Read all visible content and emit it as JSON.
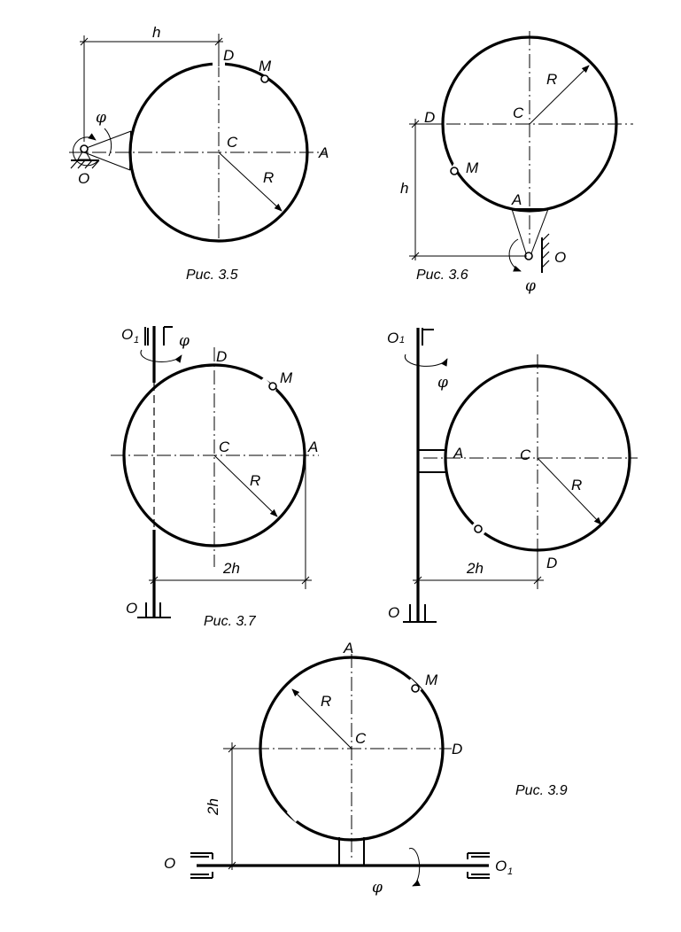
{
  "figures": {
    "fig_3_5": {
      "caption": "Рис. 3.5",
      "labels": {
        "h": "h",
        "D": "D",
        "M": "M",
        "C": "C",
        "A": "A",
        "R": "R",
        "O": "O",
        "phi": "φ"
      }
    },
    "fig_3_6": {
      "caption": "Рис. 3.6",
      "labels": {
        "R": "R",
        "C": "C",
        "D": "D",
        "M": "M",
        "h": "h",
        "A": "A",
        "O": "O",
        "phi": "φ"
      }
    },
    "fig_3_7": {
      "caption": "Рис. 3.7",
      "labels": {
        "O1": "O",
        "O1_sub": "1",
        "phi": "φ",
        "D": "D",
        "M": "M",
        "C": "C",
        "A": "A",
        "R": "R",
        "two_h": "2h",
        "O": "O"
      }
    },
    "fig_3_8": {
      "labels": {
        "O1": "O",
        "O1_sub": "1",
        "phi": "φ",
        "A": "A",
        "C": "C",
        "R": "R",
        "two_h": "2h",
        "D": "D",
        "O": "O"
      }
    },
    "fig_3_9": {
      "caption": "Рис. 3.9",
      "labels": {
        "A": "A",
        "M": "M",
        "R": "R",
        "C": "C",
        "D": "D",
        "two_h": "2h",
        "O": "O",
        "O1": "O",
        "O1_sub": "1",
        "phi": "φ"
      }
    }
  }
}
